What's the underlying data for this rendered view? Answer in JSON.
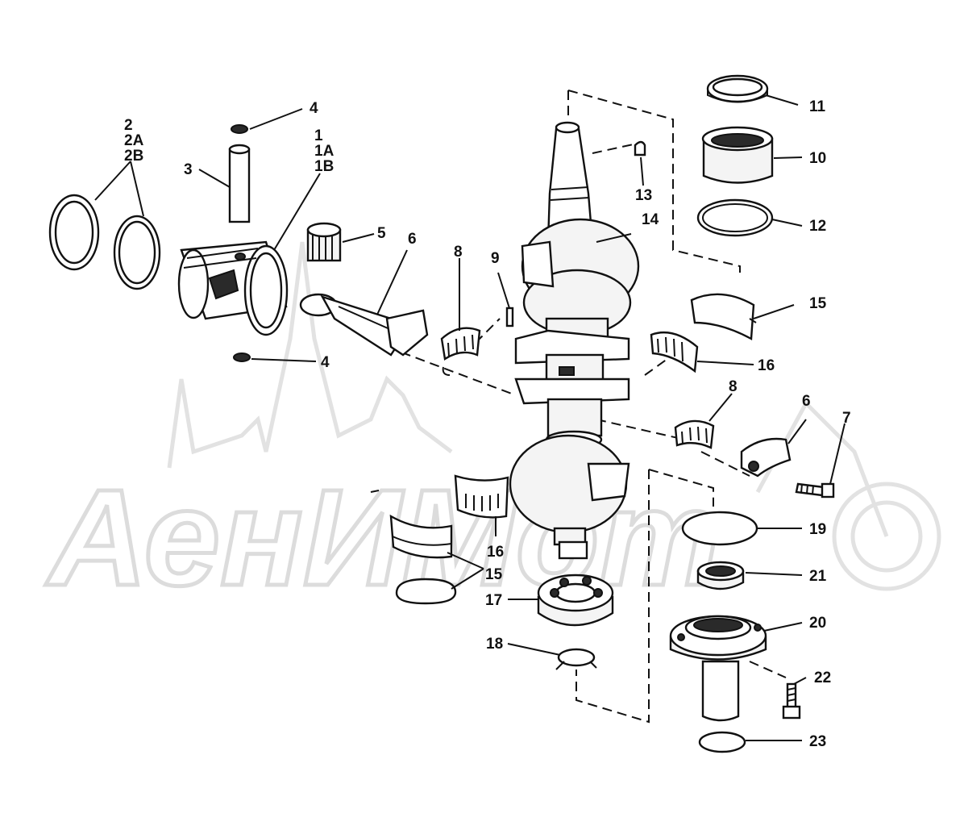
{
  "watermark": {
    "text": "АенИМоm"
  },
  "callouts": [
    {
      "id": "c2",
      "label": "2"
    },
    {
      "id": "c2a",
      "label": "2A"
    },
    {
      "id": "c2b",
      "label": "2B"
    },
    {
      "id": "c1",
      "label": "1"
    },
    {
      "id": "c1a",
      "label": "1A"
    },
    {
      "id": "c1b",
      "label": "1B"
    },
    {
      "id": "c3",
      "label": "3"
    },
    {
      "id": "c4a",
      "label": "4"
    },
    {
      "id": "c4b",
      "label": "4"
    },
    {
      "id": "c5",
      "label": "5"
    },
    {
      "id": "c6a",
      "label": "6"
    },
    {
      "id": "c6b",
      "label": "6"
    },
    {
      "id": "c7",
      "label": "7"
    },
    {
      "id": "c8a",
      "label": "8"
    },
    {
      "id": "c8b",
      "label": "8"
    },
    {
      "id": "c9",
      "label": "9"
    },
    {
      "id": "c10",
      "label": "10"
    },
    {
      "id": "c11",
      "label": "11"
    },
    {
      "id": "c12",
      "label": "12"
    },
    {
      "id": "c13",
      "label": "13"
    },
    {
      "id": "c14",
      "label": "14"
    },
    {
      "id": "c15a",
      "label": "15"
    },
    {
      "id": "c15b",
      "label": "15"
    },
    {
      "id": "c16a",
      "label": "16"
    },
    {
      "id": "c16b",
      "label": "16"
    },
    {
      "id": "c17",
      "label": "17"
    },
    {
      "id": "c18",
      "label": "18"
    },
    {
      "id": "c19",
      "label": "19"
    },
    {
      "id": "c20",
      "label": "20"
    },
    {
      "id": "c21",
      "label": "21"
    },
    {
      "id": "c22",
      "label": "22"
    },
    {
      "id": "c23",
      "label": "23"
    }
  ]
}
